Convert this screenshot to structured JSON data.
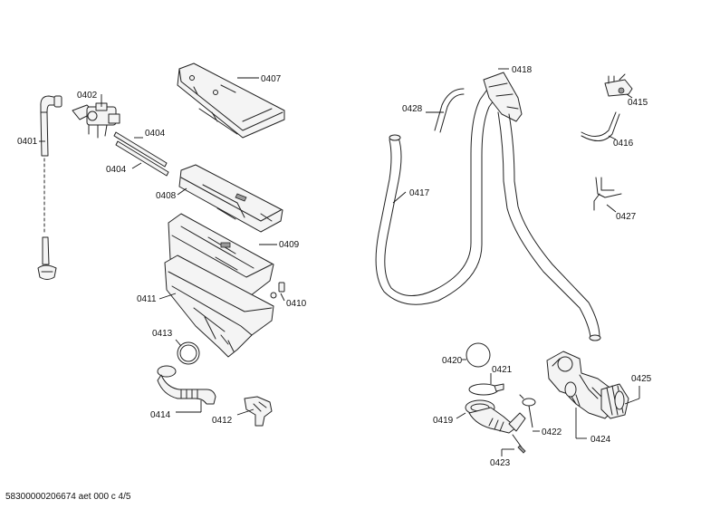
{
  "labels": {
    "p0401": "0401",
    "p0402": "0402",
    "p0404a": "0404",
    "p0404b": "0404",
    "p0407": "0407",
    "p0408": "0408",
    "p0409": "0409",
    "p0410": "0410",
    "p0411": "0411",
    "p0412": "0412",
    "p0413": "0413",
    "p0414": "0414",
    "p0415": "0415",
    "p0416": "0416",
    "p0417": "0417",
    "p0418": "0418",
    "p0419": "0419",
    "p0420": "0420",
    "p0421": "0421",
    "p0422": "0422",
    "p0423": "0423",
    "p0424": "0424",
    "p0425": "0425",
    "p0427": "0427",
    "p0428": "0428"
  },
  "footer": "58300000206674 aet 000 c 4/5"
}
